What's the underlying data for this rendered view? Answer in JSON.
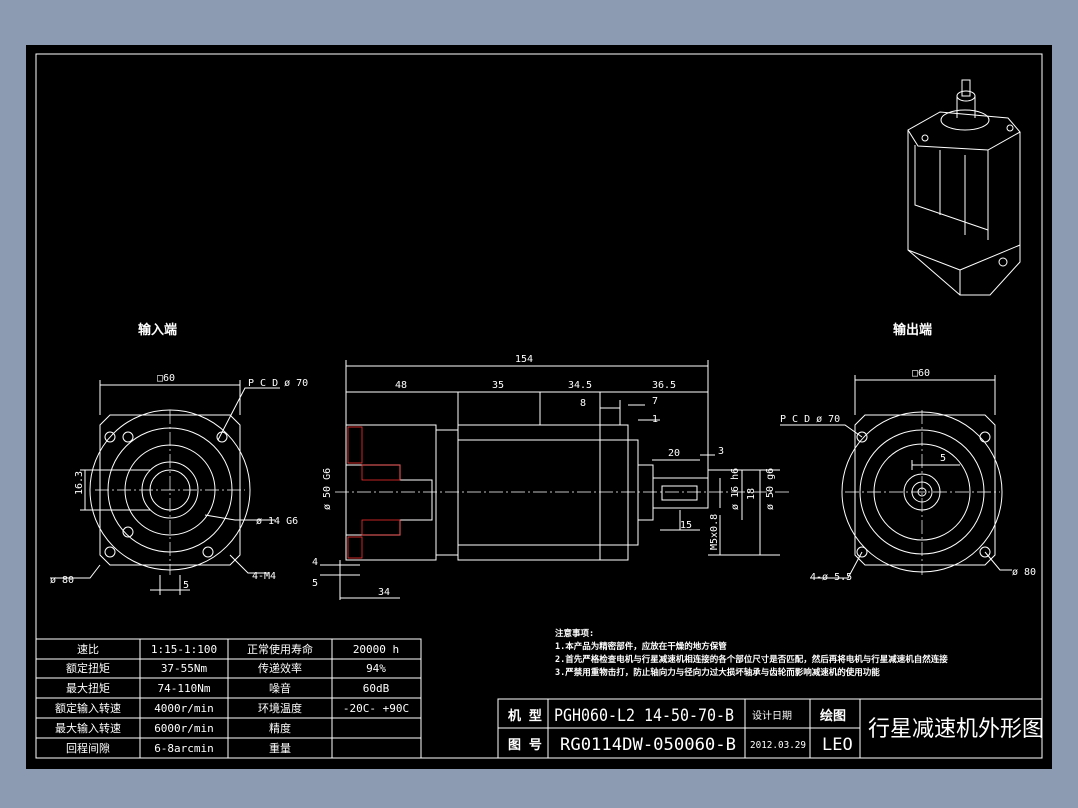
{
  "views": {
    "input_end_label": "输入端",
    "output_end_label": "输出端"
  },
  "input_view": {
    "square": "□60",
    "pcd": "P C D ø 70",
    "shaft": "ø 14 G6",
    "key_height": "16.3",
    "key_width": "5",
    "flange": "ø 80",
    "holes": "4-M4"
  },
  "side_view": {
    "total": "154",
    "d48": "48",
    "d35": "35",
    "d345": "34.5",
    "d365": "36.5",
    "d8": "8",
    "d7": "7",
    "d1": "1",
    "d20": "20",
    "d3": "3",
    "d15": "15",
    "d34": "34",
    "d4": "4",
    "d5": "5",
    "bore": "ø 50 G6",
    "shaft": "ø 16 h6",
    "d18": "18",
    "pilot": "ø 50 g6",
    "thread": "M5x0.8"
  },
  "output_view": {
    "square": "□60",
    "pcd": "P C D ø 70",
    "key": "5",
    "holes": "4-ø 5.5",
    "flange": "ø 80"
  },
  "spec_table": {
    "rows": [
      {
        "k1": "速比",
        "v1": "1:15-1:100",
        "k2": "正常使用寿命",
        "v2": "20000 h"
      },
      {
        "k1": "额定扭矩",
        "v1": "37-55Nm",
        "k2": "传递效率",
        "v2": "94%"
      },
      {
        "k1": "最大扭矩",
        "v1": "74-110Nm",
        "k2": "噪音",
        "v2": "60dB"
      },
      {
        "k1": "额定输入转速",
        "v1": "4000r/min",
        "k2": "环境温度",
        "v2": "-20C- +90C"
      },
      {
        "k1": "最大输入转速",
        "v1": "6000r/min",
        "k2": "精度",
        "v2": ""
      },
      {
        "k1": "回程间隙",
        "v1": "6-8arcmin",
        "k2": "重量",
        "v2": ""
      }
    ]
  },
  "notes": {
    "title": "注意事项:",
    "items": [
      "1.本产品为精密部件，应放在干燥的地方保管",
      "2.首先严格检查电机与行星减速机相连接的各个部位尺寸是否匹配，然后再将电机与行星减速机自然连接",
      "3.严禁用重物击打，防止轴向力与径向力过大损坏轴承与齿轮而影响减速机的使用功能"
    ]
  },
  "title_block": {
    "model_label": "机 型",
    "model": "PGH060-L2 14-50-70-B",
    "design_date_label": "设计日期",
    "draw_label": "绘图",
    "drawing_no_label": "图 号",
    "drawing_no": "RG0114DW-050060-B",
    "date": "2012.03.29",
    "drawer": "LEO",
    "title": "行星减速机外形图"
  },
  "colors": {
    "background": "#8c9bb1",
    "sheet": "#000000",
    "lines": "#ffffff",
    "hatch": "#ff3030",
    "center": "#ffffff"
  }
}
